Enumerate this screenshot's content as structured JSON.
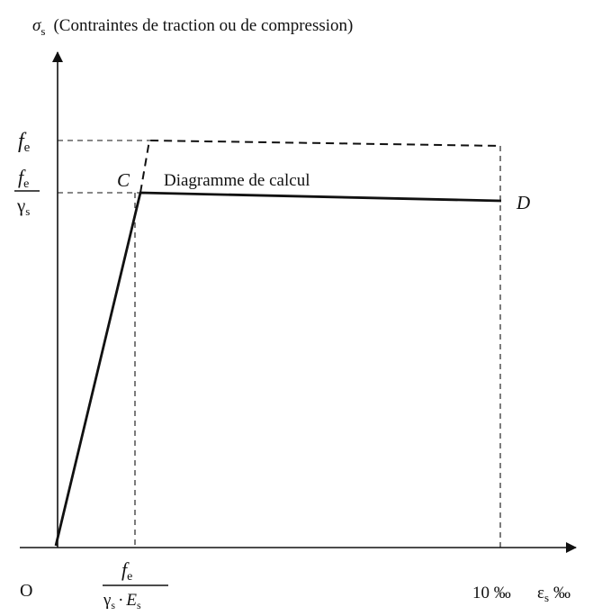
{
  "diagram": {
    "y_axis": {
      "symbol": "σ",
      "subscript": "s",
      "caption": "(Contraintes de traction ou de compression)"
    },
    "x_axis": {
      "symbol": "ε",
      "subscript": "s",
      "unit": "‰"
    },
    "origin_label": "O",
    "fe_label": {
      "symbol": "f",
      "subscript": "e"
    },
    "design_stress_label": {
      "numerator_symbol": "f",
      "numerator_subscript": "e",
      "denominator_symbol": "γ",
      "denominator_subscript": "s"
    },
    "yield_strain_label": {
      "numerator_symbol": "f",
      "numerator_subscript": "e",
      "denominator_gamma": "γ",
      "denominator_gamma_subscript": "s",
      "dot": "·",
      "denominator_E": "E",
      "denominator_E_subscript": "s"
    },
    "ultimate_strain_label": "10 ‰",
    "point_C_label": "C",
    "point_D_label": "D",
    "curve_label": "Diagramme de calcul",
    "colors": {
      "ink": "#111111",
      "background": "#ffffff"
    }
  }
}
